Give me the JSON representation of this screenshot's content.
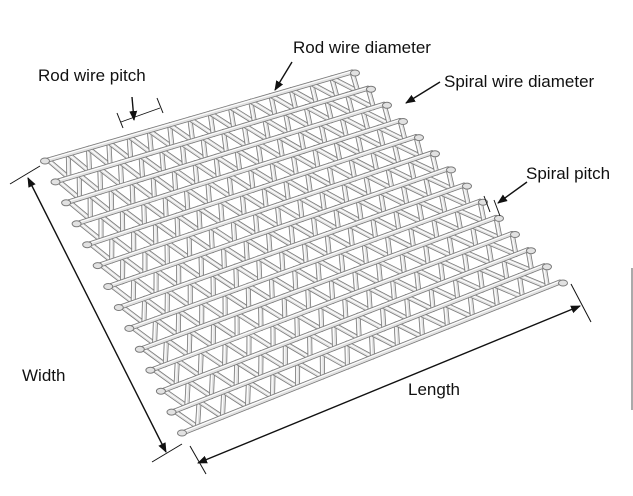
{
  "labels": {
    "rod_wire_pitch": "Rod wire pitch",
    "rod_wire_diameter": "Rod wire diameter",
    "spiral_wire_diameter": "Spiral wire diameter",
    "spiral_pitch": "Spiral pitch",
    "width": "Width",
    "length": "Length"
  },
  "colors": {
    "wire_stroke": "#7a7a7a",
    "wire_fill": "#e2e2e2",
    "wire_highlight": "#ffffff",
    "text": "#111111",
    "arrow": "#111111"
  },
  "mesh": {
    "rod_count": 14,
    "spirals_per_rod": 15
  }
}
